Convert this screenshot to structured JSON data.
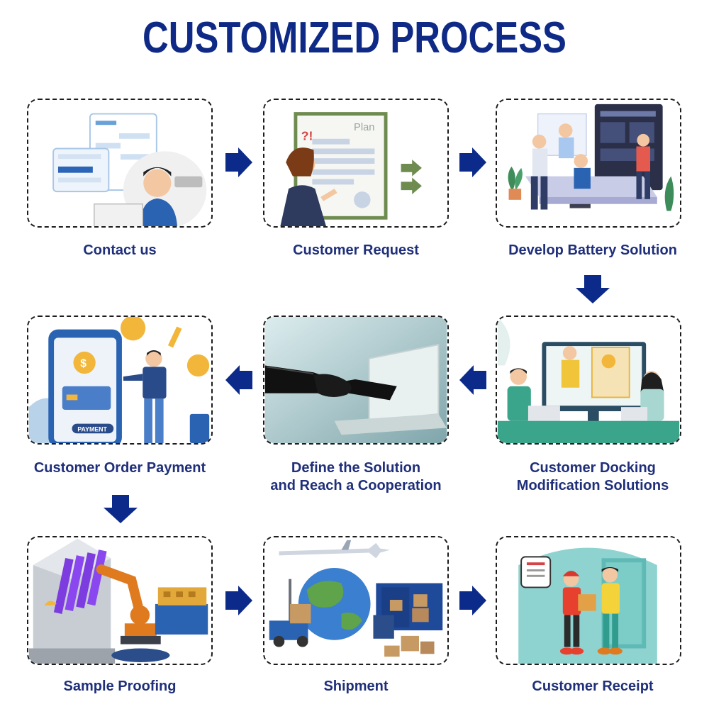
{
  "title": "CUSTOMIZED PROCESS",
  "steps": [
    {
      "label": "Contact us",
      "icon": "contact-illustration"
    },
    {
      "label": "Customer Request",
      "icon": "plan-document-illustration"
    },
    {
      "label": "Develop Battery Solution",
      "icon": "team-meeting-illustration"
    },
    {
      "label": "Customer Docking\nModification Solutions",
      "icon": "video-conference-illustration"
    },
    {
      "label": "Define the Solution\nand Reach a Cooperation",
      "icon": "handshake-illustration"
    },
    {
      "label": "Customer Order Payment",
      "icon": "mobile-payment-illustration"
    },
    {
      "label": "Sample Proofing",
      "icon": "robot-arm-illustration"
    },
    {
      "label": "Shipment",
      "icon": "logistics-globe-illustration"
    },
    {
      "label": "Customer Receipt",
      "icon": "delivery-illustration"
    }
  ],
  "illustration_text": {
    "plan": "Plan",
    "marks": "?!",
    "payment": "PAYMENT"
  },
  "colors": {
    "title": "#0f2a86",
    "label": "#1f2f7a",
    "arrow": "#0b2a8a",
    "border": "#1c1c1c"
  }
}
